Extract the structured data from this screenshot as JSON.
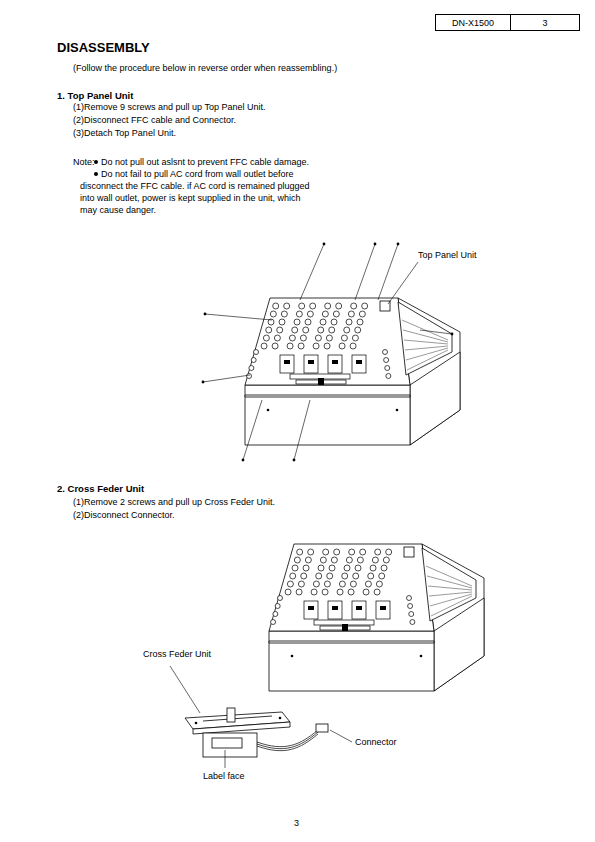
{
  "diagram": {
    "title": "DISASSEMBLY",
    "nodes": [
      {
        "text": [
          "DN-X1500"
        ]
      },
      {
        "text": [
          "3"
        ]
      }
    ],
    "labels": [
      "(Follow the procedure below in reverse order when reassembling.)",
      "1. Top Panel Unit",
      "(1)Remove 9 screws and pull up Top Panel Unit.",
      "(2)Disconnect FFC cable and Connector.",
      "(3)Detach Top Panel Unit.",
      "Note:",
      "Do not pull out aslsnt to prevent FFC cable damage.",
      "Do not fail to pull AC cord from wall outlet before disconnect the FFC cable. if AC cord is remained plugged into wall outlet, power is kept supplied in the unit, which may cause danger.",
      "Top Panel Unit",
      "2. Cross Feder Unit",
      "(1)Remove 2 screws and pull up Cross Feder Unit.",
      "(2)Disconnect Connector.",
      "Cross Feder Unit",
      "Connector",
      "Label face",
      "3"
    ]
  }
}
